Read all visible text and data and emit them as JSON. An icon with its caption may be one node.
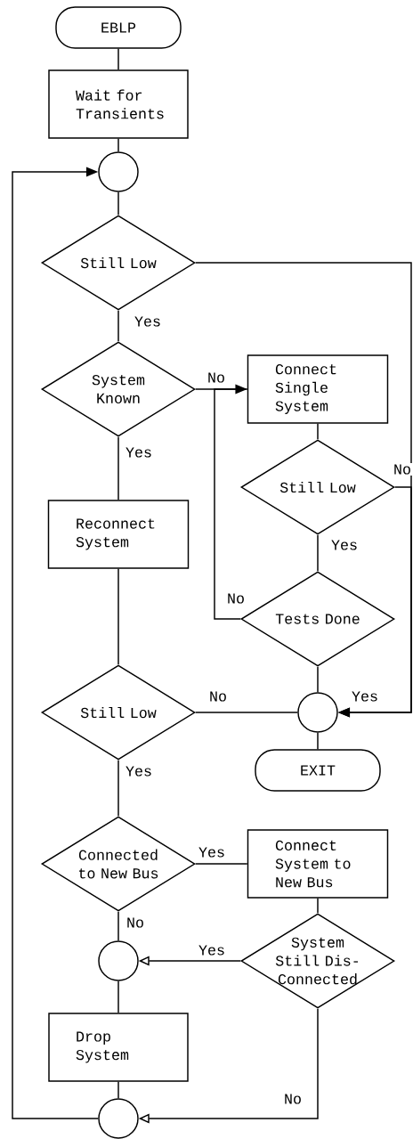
{
  "diagram": {
    "nodes": [
      {
        "text": [
          "EBLP"
        ]
      },
      {
        "text": [
          "Wait for Transients"
        ]
      },
      {
        "text": [],
        "shape": "circle"
      },
      {
        "text": [
          "Still Low"
        ]
      },
      {
        "text": [
          "System Known"
        ]
      },
      {
        "text": [
          "Connect Single System"
        ]
      },
      {
        "text": [
          "Still Low"
        ]
      },
      {
        "text": [
          "Reconnect System"
        ]
      },
      {
        "text": [
          "Tests Done"
        ]
      },
      {
        "text": [
          "Still Low"
        ]
      },
      {
        "text": [],
        "shape": "circle"
      },
      {
        "text": [
          "EXIT"
        ]
      },
      {
        "text": [
          "Connected to New Bus"
        ]
      },
      {
        "text": [
          "Connect System to New Bus"
        ]
      },
      {
        "text": [
          "System Still Dis- Connected"
        ]
      },
      {
        "text": [],
        "shape": "circle"
      },
      {
        "text": [
          "Drop System"
        ]
      },
      {
        "text": [],
        "shape": "circle"
      }
    ],
    "edges": [
      {
        "from": 0,
        "to": 1,
        "arrow": "none"
      },
      {
        "from": 1,
        "to": 2,
        "arrow": "none"
      },
      {
        "from": 2,
        "to": 3,
        "arrow": "none"
      },
      {
        "from": 3,
        "to": 4,
        "arrow": "none",
        "label": "Yes"
      },
      {
        "from": 3,
        "to": 10,
        "arrow": "to"
      },
      {
        "from": 4,
        "to": 5,
        "arrow": "none",
        "label": "No"
      },
      {
        "from": 4,
        "to": 7,
        "arrow": "none",
        "label": "Yes"
      },
      {
        "from": 5,
        "to": 6,
        "arrow": "none"
      },
      {
        "from": 6,
        "to": 10,
        "arrow": "to",
        "label": "No"
      },
      {
        "from": 6,
        "to": 8,
        "arrow": "none",
        "label": "Yes"
      },
      {
        "from": 8,
        "to": 5,
        "arrow": "to",
        "label": "No"
      },
      {
        "from": 8,
        "to": 10,
        "arrow": "none"
      },
      {
        "from": 7,
        "to": 9,
        "arrow": "none"
      },
      {
        "from": 10,
        "to": 9,
        "arrow": "none",
        "label": "No"
      },
      {
        "from": 10,
        "to": 11,
        "arrow": "none"
      },
      {
        "from": 9,
        "to": 12,
        "arrow": "none",
        "label": "Yes"
      },
      {
        "from": 12,
        "to": 13,
        "arrow": "none",
        "label": "Yes"
      },
      {
        "from": 12,
        "to": 15,
        "arrow": "none",
        "label": "No"
      },
      {
        "from": 13,
        "to": 14,
        "arrow": "none"
      },
      {
        "from": 14,
        "to": 15,
        "arrow": "to",
        "label": "Yes"
      },
      {
        "from": 15,
        "to": 16,
        "arrow": "none"
      },
      {
        "from": 16,
        "to": 17,
        "arrow": "none"
      },
      {
        "from": 14,
        "to": 17,
        "arrow": "to",
        "label": "No"
      },
      {
        "from": 17,
        "to": 2,
        "arrow": "to"
      }
    ],
    "labels": [
      "Yes"
    ]
  }
}
